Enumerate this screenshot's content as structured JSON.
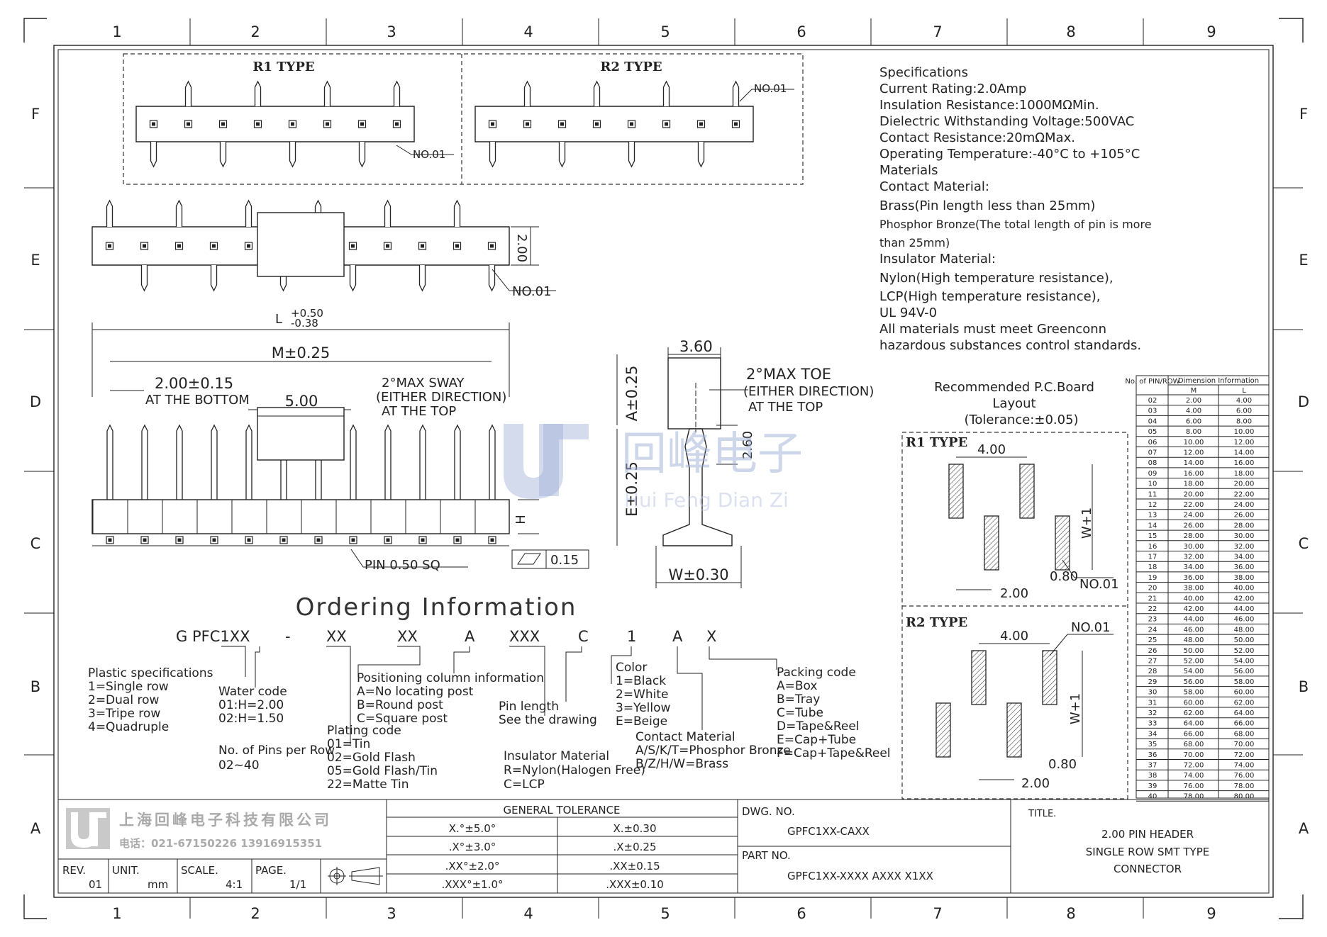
{
  "border": {
    "columns": [
      "1",
      "2",
      "3",
      "4",
      "5",
      "6",
      "7",
      "8",
      "9"
    ],
    "rows": [
      "F",
      "E",
      "D",
      "C",
      "B",
      "A"
    ]
  },
  "top_views": {
    "r1_title": "R1 TYPE",
    "r2_title": "R2 TYPE",
    "no01": "NO.01",
    "height_dim": "2.00",
    "l_label": "L",
    "l_tol_plus": "+0.50",
    "l_tol_minus": "-0.38",
    "m_label": "M±0.25",
    "pitch_label": "2.00±0.15",
    "pitch_note": "AT THE BOTTOM",
    "gap_label": "5.00",
    "sway_1": "2°MAX SWAY",
    "sway_2": "(EITHER DIRECTION)",
    "sway_3": "AT THE TOP",
    "pin_sq": "PIN 0.50 SQ",
    "flatness": "0.15",
    "h_label": "H"
  },
  "side_view": {
    "width_top": "3.60",
    "a_label": "A±0.25",
    "toe_1": "2°MAX TOE",
    "toe_2": "(EITHER DIRECTION)",
    "toe_3": "AT THE TOP",
    "dim_260": "2.60",
    "e_label": "E±0.25",
    "w_label": "W±0.30"
  },
  "watermark": {
    "cn": "回峰电子",
    "pinyin": "Hui Feng Dian Zi"
  },
  "specifications": [
    "Specifications",
    "Current Rating:2.0Amp",
    "Insulation Resistance:1000MΩMin.",
    "Dielectric Withstanding Voltage:500VAC",
    "Contact Resistance:20mΩMax.",
    "Operating Temperature:-40°C to +105°C",
    "Materials",
    "Contact Material:",
    "Brass(Pin length less than 25mm)",
    "Phosphor Bronze(The total length of pin is more",
    "than 25mm)",
    "Insulator Material:",
    "Nylon(High temperature resistance),",
    "LCP(High temperature resistance),",
    "UL 94V-0",
    "All materials must meet Greenconn",
    "hazardous substances control standards."
  ],
  "pcb": {
    "title_1": "Recommended P.C.Board",
    "title_2": "Layout",
    "title_3": "(Tolerance:±0.05)",
    "r1": "R1 TYPE",
    "r2": "R2 TYPE",
    "pitch": "4.00",
    "w_plus": "W+1",
    "pad_w": "0.80",
    "offset": "2.00",
    "no01": "NO.01"
  },
  "dimension_table": {
    "header_pins": "No. of PIN/ROW",
    "header_dim": "Dimension Information",
    "col_m": "M",
    "col_l": "L",
    "rows": [
      [
        "02",
        "2.00",
        "4.00"
      ],
      [
        "03",
        "4.00",
        "6.00"
      ],
      [
        "04",
        "6.00",
        "8.00"
      ],
      [
        "05",
        "8.00",
        "10.00"
      ],
      [
        "06",
        "10.00",
        "12.00"
      ],
      [
        "07",
        "12.00",
        "14.00"
      ],
      [
        "08",
        "14.00",
        "16.00"
      ],
      [
        "09",
        "16.00",
        "18.00"
      ],
      [
        "10",
        "18.00",
        "20.00"
      ],
      [
        "11",
        "20.00",
        "22.00"
      ],
      [
        "12",
        "22.00",
        "24.00"
      ],
      [
        "13",
        "24.00",
        "26.00"
      ],
      [
        "14",
        "26.00",
        "28.00"
      ],
      [
        "15",
        "28.00",
        "30.00"
      ],
      [
        "16",
        "30.00",
        "32.00"
      ],
      [
        "17",
        "32.00",
        "34.00"
      ],
      [
        "18",
        "34.00",
        "36.00"
      ],
      [
        "19",
        "36.00",
        "38.00"
      ],
      [
        "20",
        "38.00",
        "40.00"
      ],
      [
        "21",
        "40.00",
        "42.00"
      ],
      [
        "22",
        "42.00",
        "44.00"
      ],
      [
        "23",
        "44.00",
        "46.00"
      ],
      [
        "24",
        "46.00",
        "48.00"
      ],
      [
        "25",
        "48.00",
        "50.00"
      ],
      [
        "26",
        "50.00",
        "52.00"
      ],
      [
        "27",
        "52.00",
        "54.00"
      ],
      [
        "28",
        "54.00",
        "56.00"
      ],
      [
        "29",
        "56.00",
        "58.00"
      ],
      [
        "30",
        "58.00",
        "60.00"
      ],
      [
        "31",
        "60.00",
        "62.00"
      ],
      [
        "32",
        "62.00",
        "64.00"
      ],
      [
        "33",
        "64.00",
        "66.00"
      ],
      [
        "34",
        "66.00",
        "68.00"
      ],
      [
        "35",
        "68.00",
        "70.00"
      ],
      [
        "36",
        "70.00",
        "72.00"
      ],
      [
        "37",
        "72.00",
        "74.00"
      ],
      [
        "38",
        "74.00",
        "76.00"
      ],
      [
        "39",
        "76.00",
        "78.00"
      ],
      [
        "40",
        "78.00",
        "80.00"
      ]
    ]
  },
  "ordering": {
    "title": "Ordering Information",
    "code_parts": [
      "G PFC1XX",
      "-",
      "XX",
      "XX",
      "A",
      "XXX",
      "C",
      "1",
      "A",
      "X"
    ],
    "plastic": [
      "Plastic specifications",
      "1=Single row",
      "2=Dual row",
      "3=Tripe row",
      "4=Quadruple"
    ],
    "water": [
      "Water code",
      "01:H=2.00",
      "02:H=1.50"
    ],
    "pins": [
      "No. of Pins per Row",
      "02~40"
    ],
    "positioning": [
      "Positioning column information",
      "A=No locating post",
      "B=Round post",
      "C=Square post"
    ],
    "plating": [
      "Plating code",
      "01=Tin",
      "02=Gold Flash",
      "05=Gold Flash/Tin",
      "22=Matte Tin"
    ],
    "pin_length": [
      "Pin length",
      "See the drawing"
    ],
    "insulator": [
      "Insulator Material",
      "R=Nylon(Halogen Free)",
      "C=LCP"
    ],
    "color": [
      "Color",
      "1=Black",
      "2=White",
      "3=Yellow",
      "E=Beige"
    ],
    "contact": [
      "Contact Material",
      "A/S/K/T=Phosphor Bronze",
      "B/Z/H/W=Brass"
    ],
    "packing": [
      "Packing code",
      "A=Box",
      "B=Tray",
      "C=Tube",
      "D=Tape&Reel",
      "E=Cap+Tube",
      "F=Cap+Tape&Reel"
    ]
  },
  "title_block": {
    "company": "上海回峰电子科技有限公司",
    "phone": "电话：021-67150226  13916915351",
    "rev_label": "REV.",
    "rev": "01",
    "unit_label": "UNIT.",
    "unit": "mm",
    "scale_label": "SCALE.",
    "scale": "4:1",
    "page_label": "PAGE.",
    "page": "1/1",
    "gt_title": "GENERAL TOLERANCE",
    "gt_rows": [
      [
        "X.°±5.0°",
        "X.±0.30"
      ],
      [
        ".X°±3.0°",
        ".X±0.25"
      ],
      [
        ".XX°±2.0°",
        ".XX±0.15"
      ],
      [
        ".XXX°±1.0°",
        ".XXX±0.10"
      ]
    ],
    "dwg_label": "DWG. NO.",
    "dwg": "GPFC1XX-CAXX",
    "part_label": "PART NO.",
    "part": "GPFC1XX-XXXX AXXX X1XX",
    "title_label": "TITLE.",
    "title_lines": [
      "2.00 PIN HEADER",
      "SINGLE ROW SMT TYPE",
      "CONNECTOR"
    ]
  }
}
